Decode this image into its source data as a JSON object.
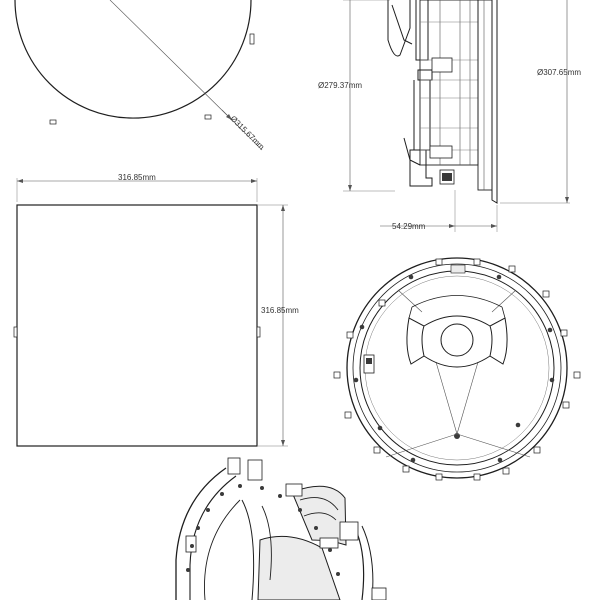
{
  "dimensions": {
    "grille_round_diameter": "Ø315.67mm",
    "grille_square_width": "316.85mm",
    "grille_square_height": "316.85mm",
    "speaker_inner_diameter": "Ø279.37mm",
    "speaker_outer_diameter": "Ø307.65mm",
    "speaker_depth": "54.29mm"
  },
  "colors": {
    "line": "#1e1e1e",
    "dimension": "#555555",
    "text": "#333333",
    "fill_dark": "#3a3a3a",
    "fill_light": "#ececec"
  }
}
